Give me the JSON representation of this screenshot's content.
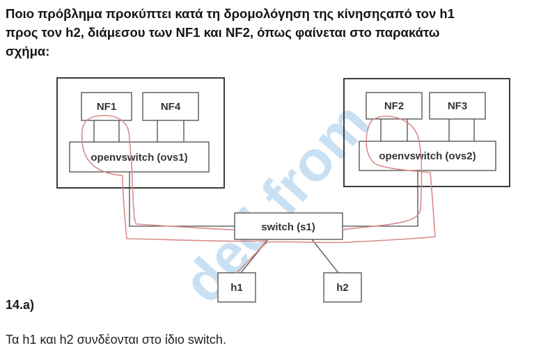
{
  "question": {
    "line1": "Ποιο πρόβλημα προκύπτει κατά τη δρομολόγηση της κίνησηςαπό τον h1",
    "line2": "προς τον h2, διάμεσου των NF1 και NF2, όπως φαίνεται στο παρακάτω",
    "line3": "σχήμα:"
  },
  "diagram": {
    "nodes": {
      "nf1": "NF1",
      "nf4": "NF4",
      "nf2": "NF2",
      "nf3": "NF3",
      "ovs1": "openvswitch (ovs1)",
      "ovs2": "openvswitch (ovs2)",
      "s1": "switch (s1)",
      "h1": "h1",
      "h2": "h2"
    },
    "watermark": "ded from",
    "colors": {
      "line": "#4a4a4a",
      "route": "#d98a8a",
      "watermark": "#9ec8ea"
    }
  },
  "item_label": "14.a)",
  "answer": "Τα h1 και h2 συνδέονται στο ίδιο switch."
}
